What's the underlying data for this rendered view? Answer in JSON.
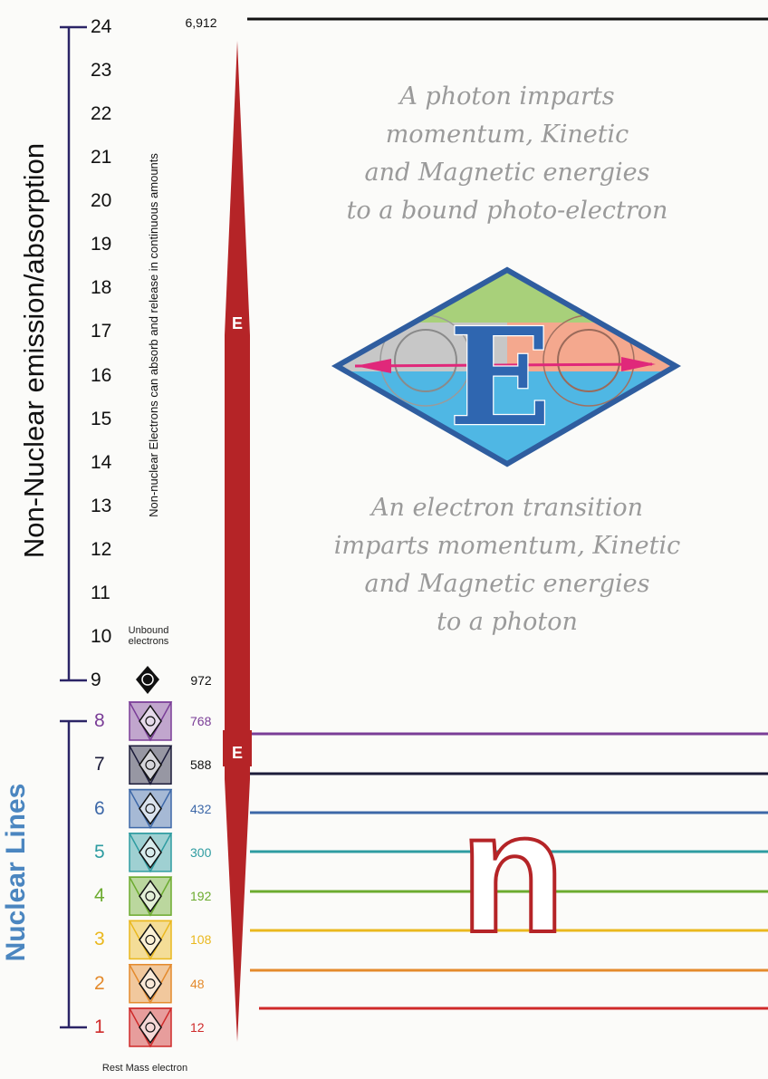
{
  "diagram": {
    "non_nuclear_title": "Non-Nuclear emission/absorption",
    "nuclear_title": "Nuclear Lines",
    "vertical_note": "Non-nuclear Electrons can absorb and release in  continuous amounts",
    "unbound_label": "Unbound electrons",
    "rest_mass_label": "Rest Mass electron",
    "top_value": "6,912",
    "unbound_value": "972",
    "arrow_label_upper": "E",
    "arrow_label_lower": "E",
    "emblem_letter": "E",
    "neutron_letter": "n",
    "photon_text_lines": [
      "A photon imparts",
      "momentum, Kinetic",
      "and Magnetic energies",
      "to a bound photo-electron"
    ],
    "transition_text_lines": [
      "An electron transition",
      "imparts momentum, Kinetic",
      "and Magnetic energies",
      "to a photon"
    ],
    "non_nuclear_levels": [
      "24",
      "23",
      "22",
      "21",
      "20",
      "19",
      "18",
      "17",
      "16",
      "15",
      "14",
      "13",
      "12",
      "11",
      "10",
      "9"
    ],
    "nuclear_levels": [
      {
        "level": "8",
        "value": "768",
        "color": "#7a3d97"
      },
      {
        "level": "7",
        "value": "588",
        "color": "#1c1c3a"
      },
      {
        "level": "6",
        "value": "432",
        "color": "#3d68a8"
      },
      {
        "level": "5",
        "value": "300",
        "color": "#2e9ca1"
      },
      {
        "level": "4",
        "value": "192",
        "color": "#6cab2f"
      },
      {
        "level": "3",
        "value": "108",
        "color": "#eab81e"
      },
      {
        "level": "2",
        "value": "48",
        "color": "#e48a2c"
      },
      {
        "level": "1",
        "value": "12",
        "color": "#cf2a2a"
      }
    ],
    "colors": {
      "arrow": "#b52427",
      "bracket": "#2b2466",
      "nuclear_title": "#4b86c0",
      "top_line": "#111111",
      "emblem_border": "#2f5d9f",
      "emblem_letter": "#2f66b0",
      "neutron_outline": "#b52427"
    }
  }
}
